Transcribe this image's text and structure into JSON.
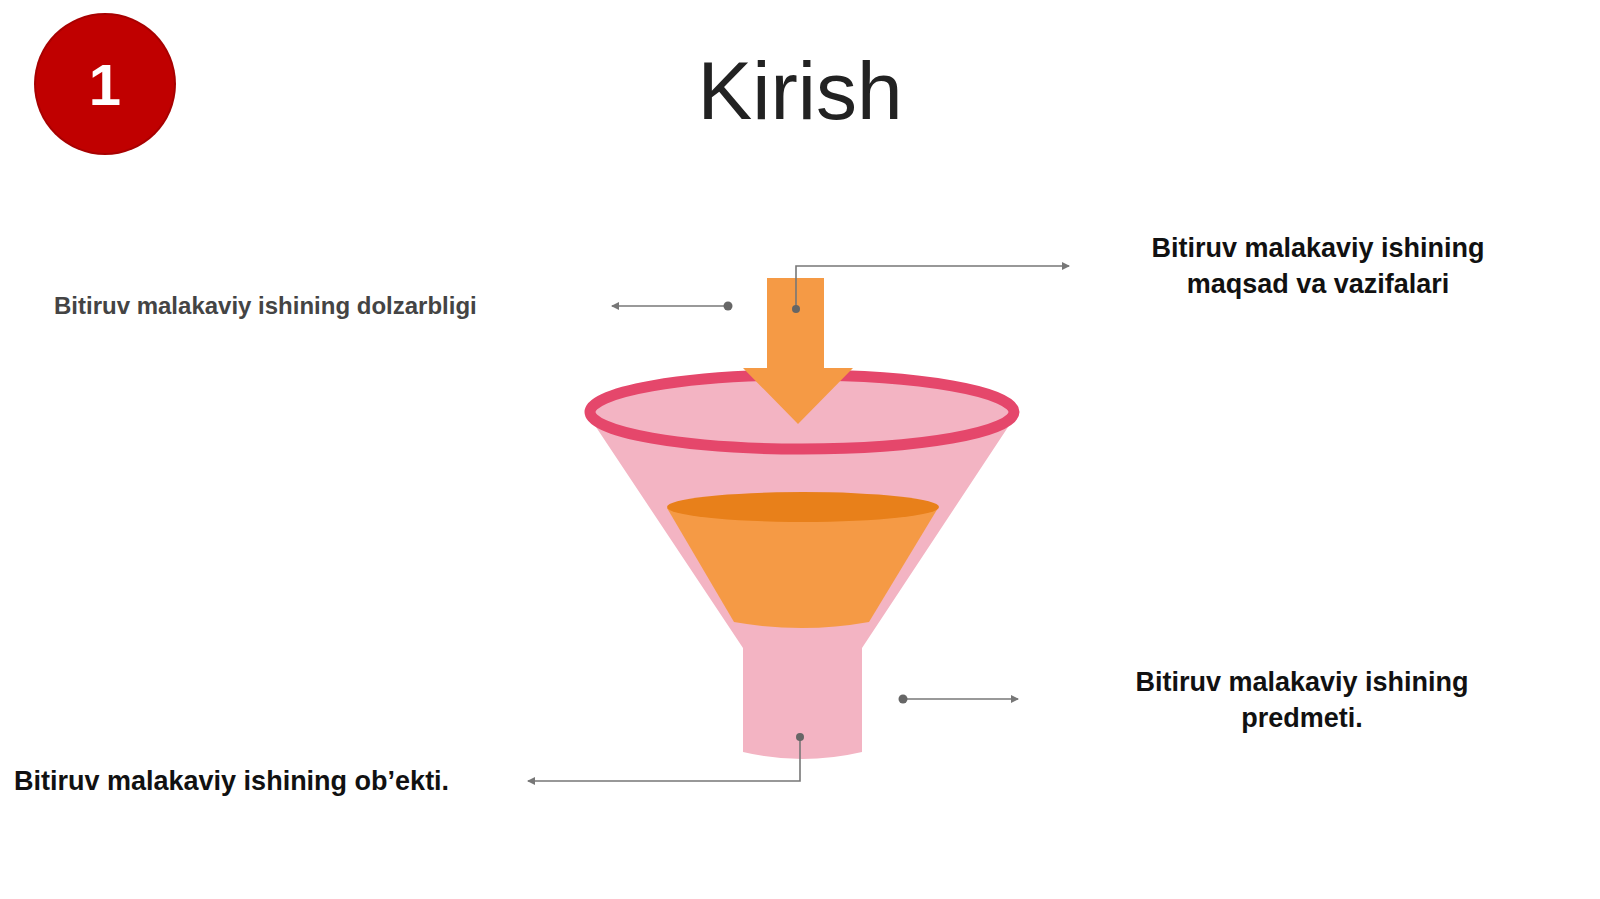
{
  "diagram": {
    "title": "Kirish",
    "nodes": [
      {
        "text": [
          "1"
        ]
      }
    ],
    "labels": [
      "Bitiruv malakaviy ishining maqsad va vazifalari",
      "Bitiruv malakaviy ishining dolzarbligi",
      "Bitiruv malakaviy ishining predmeti.",
      "Bitiruv malakaviy ishining ob’ekti."
    ]
  }
}
